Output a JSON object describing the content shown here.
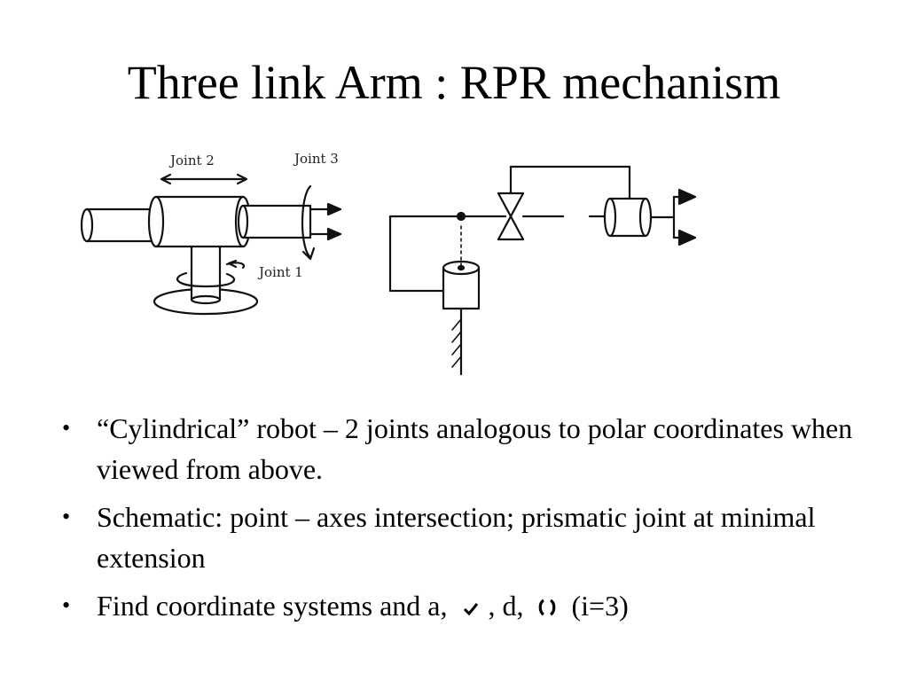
{
  "slide": {
    "title": "Three link Arm : RPR mechanism",
    "figure": {
      "joint2_label": "Joint 2",
      "joint3_label": "Joint 3",
      "joint1_label": "Joint 1"
    },
    "bullets": [
      {
        "text": "“Cylindrical” robot – 2 joints analogous to polar coordinates when viewed from above."
      },
      {
        "text": "Schematic: point – axes intersection; prismatic joint at minimal extension"
      },
      {
        "text_before": "Find coordinate systems and a,",
        "text_mid": ", d,",
        "text_after": "(i=3)",
        "symbol1_icon": "alpha-symbol-icon",
        "symbol2_icon": "theta-symbol-icon"
      }
    ]
  }
}
